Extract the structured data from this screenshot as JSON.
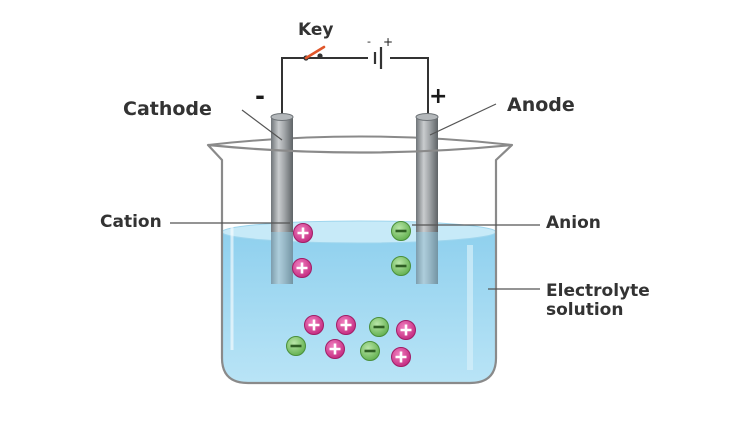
{
  "labels": {
    "key": "Key",
    "cathode": "Cathode",
    "anode": "Anode",
    "cation": "Cation",
    "anion": "Anion",
    "electrolyte_line1": "Electrolyte",
    "electrolyte_line2": "solution",
    "negative_terminal": "-",
    "positive_terminal": "+",
    "battery_minus": "-",
    "battery_plus": "+"
  },
  "counts": {
    "cations": 7,
    "anions": 5
  },
  "colors": {
    "electrolyte": "#a6dcf2",
    "electrode": "#8f9498",
    "cation": "#d63c93",
    "anion": "#7cc36b",
    "wire": "#333333",
    "key_switch": "#e0562a"
  }
}
